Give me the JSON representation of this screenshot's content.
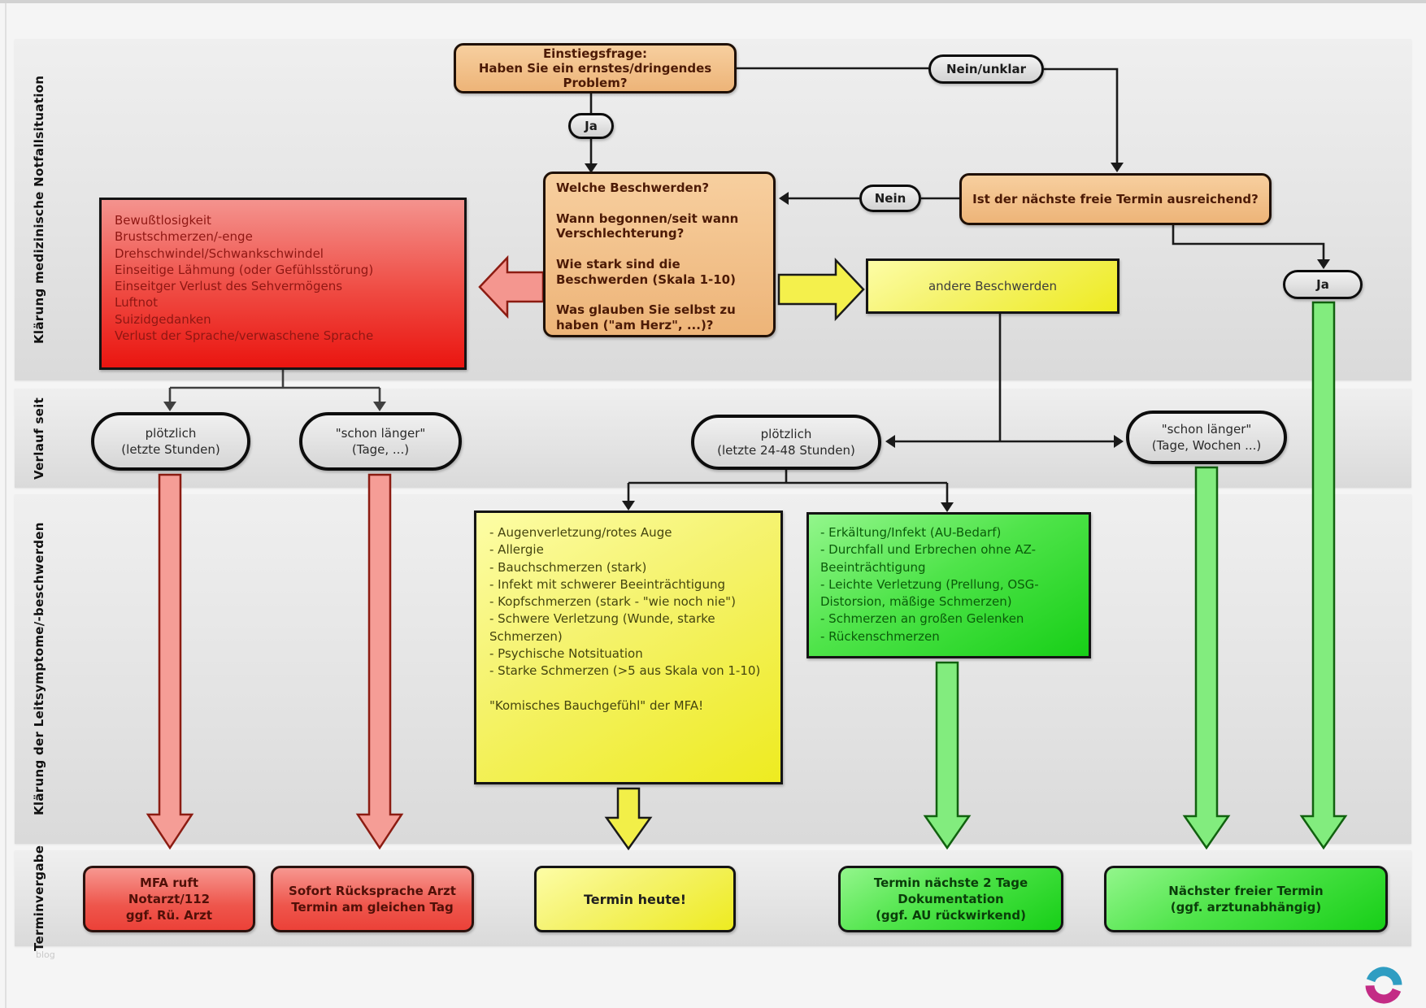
{
  "sections": {
    "s1": {
      "label": "Klärung medizinische Notfallsituation"
    },
    "s2": {
      "label": "Verlauf seit"
    },
    "s3": {
      "label": "Klärung der Leitsymptome/-beschwerden"
    },
    "s4": {
      "label": "Terminvergabe"
    }
  },
  "nodes": {
    "einstiegsfrage": {
      "lines": [
        "Einstiegsfrage:",
        "Haben Sie ein ernstes/dringendes Problem?"
      ]
    },
    "nein_unklar": {
      "label": "Nein/unklar"
    },
    "ja1": {
      "label": "Ja"
    },
    "welche": {
      "lines": [
        "Welche Beschwerden?",
        "",
        "Wann begonnen/seit wann Verschlechterung?",
        "",
        "Wie stark sind die Beschwerden (Skala 1-10)",
        "",
        "Was glauben Sie selbst zu haben (\"am Herz\", ...)?"
      ]
    },
    "ist_termin": {
      "label": "Ist der nächste freie Termin ausreichend?"
    },
    "nein": {
      "label": "Nein"
    },
    "ja2": {
      "label": "Ja"
    },
    "rote_symptome": {
      "items": [
        "Bewußtlosigkeit",
        "Brustschmerzen/-enge",
        "Drehschwindel/Schwankschwindel",
        "Einseitige Lähmung (oder Gefühlsstörung)",
        "Einseitger Verlust des Sehvermögens",
        "Luftnot",
        "Suizidgedanken",
        "Verlust der Sprache/verwaschene Sprache"
      ]
    },
    "andere": {
      "label": "andere Beschwerden"
    },
    "ploetzlich_stunden": {
      "lines": [
        "plötzlich",
        "(letzte Stunden)"
      ]
    },
    "schon_laenger_tage": {
      "lines": [
        "\"schon länger\"",
        "(Tage, ...)"
      ]
    },
    "ploetzlich_48": {
      "lines": [
        "plötzlich",
        "(letzte 24-48 Stunden)"
      ]
    },
    "schon_laenger_wochen": {
      "lines": [
        "\"schon länger\"",
        "(Tage, Wochen ...)"
      ]
    },
    "gelbe_liste": {
      "items": [
        "- Augenverletzung/rotes Auge",
        "- Allergie",
        "- Bauchschmerzen (stark)",
        "- Infekt mit schwerer Beeinträchtigung",
        "- Kopfschmerzen (stark - \"wie noch nie\")",
        "- Schwere Verletzung (Wunde, starke Schmerzen)",
        "- Psychische Notsituation",
        "- Starke Schmerzen (>5 aus Skala von 1-10)",
        "",
        "\"Komisches Bauchgefühl\" der MFA!"
      ]
    },
    "gruene_liste": {
      "items": [
        "- Erkältung/Infekt (AU-Bedarf)",
        "- Durchfall und Erbrechen ohne AZ-Beeinträchtigung",
        "- Leichte Verletzung (Prellung, OSG-Distorsion, mäßige Schmerzen)",
        "- Schmerzen an großen Gelenken",
        "- Rückenschmerzen"
      ]
    },
    "ergebnis_notarzt": {
      "lines": [
        "MFA ruft",
        "Notarzt/112",
        "ggf. Rü. Arzt"
      ]
    },
    "ergebnis_sofort": {
      "lines": [
        "Sofort Rücksprache Arzt",
        "Termin am gleichen Tag"
      ]
    },
    "ergebnis_heute": {
      "lines": [
        "Termin heute!"
      ]
    },
    "ergebnis_2tage": {
      "lines": [
        "Termin nächste 2 Tage",
        "Dokumentation",
        "(ggf. AU rückwirkend)"
      ]
    },
    "ergebnis_naechster": {
      "lines": [
        "Nächster freier Termin",
        "(ggf. arztunabhängig)"
      ]
    }
  },
  "footer": {
    "watermark": "blog"
  },
  "colors": {
    "emergency_red": "#ee1811",
    "warning_yellow": "#eeeb20",
    "ok_green": "#17cf17",
    "question_orange": "#f0bb84",
    "neutral_gray": "#e0e0e0",
    "logo_teal": "#2f9dc2",
    "logo_magenta": "#c32c85"
  }
}
